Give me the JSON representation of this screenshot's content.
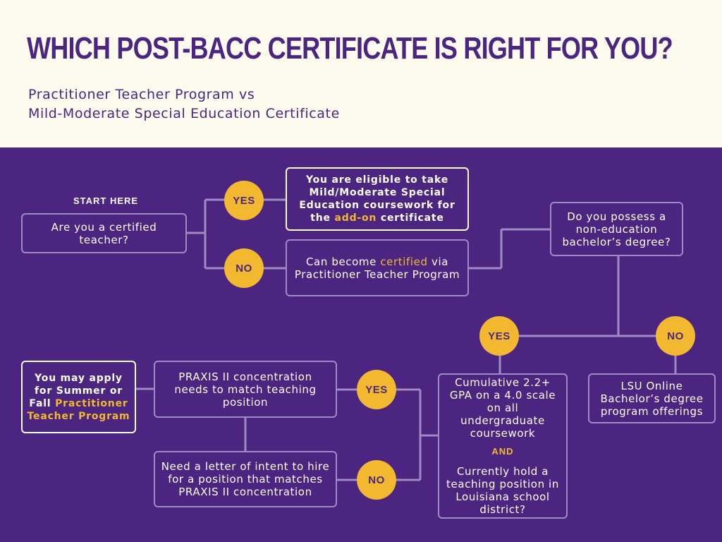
{
  "header": {
    "title": "WHICH POST-BACC CERTIFICATE IS RIGHT FOR YOU?",
    "subtitle_line1": "Practitioner Teacher Program vs",
    "subtitle_line2": "Mild-Moderate Special Education Certificate"
  },
  "colors": {
    "purple": "#4b2580",
    "gold": "#f2b830",
    "cream": "#fcfbee",
    "line": "#9d8cc4"
  },
  "start_label": "START HERE",
  "nodes": {
    "certified_question": "Are you a certified teacher?",
    "eligible": {
      "pre": "You are eligible to take Mild/Moderate Special Education coursework for the ",
      "highlight": "add-on",
      "post": " certificate"
    },
    "become_certified": {
      "pre": "Can become ",
      "highlight": "certified",
      "post": " via Practitioner Teacher Program"
    },
    "degree_question": "Do you possess a non-education bachelor’s degree?",
    "lsu_online": "LSU Online Bachelor’s degree program offerings",
    "gpa": {
      "part1": "Cumulative 2.2+ GPA on a 4.0 scale on all undergraduate coursework",
      "and": "AND",
      "part2": "Currently hold a teaching position in Louisiana school district?"
    },
    "praxis": "PRAXIS II concentration needs to match teaching position",
    "letter": "Need a letter of intent to hire for a position that matches PRAXIS II concentration",
    "apply": {
      "pre": "You may apply for Summer or Fall ",
      "highlight": "Practitioner Teacher Program"
    }
  },
  "decisions": {
    "yes1": "YES",
    "no1": "NO",
    "yes2": "YES",
    "no2": "NO",
    "yes3": "YES",
    "no3": "NO"
  }
}
